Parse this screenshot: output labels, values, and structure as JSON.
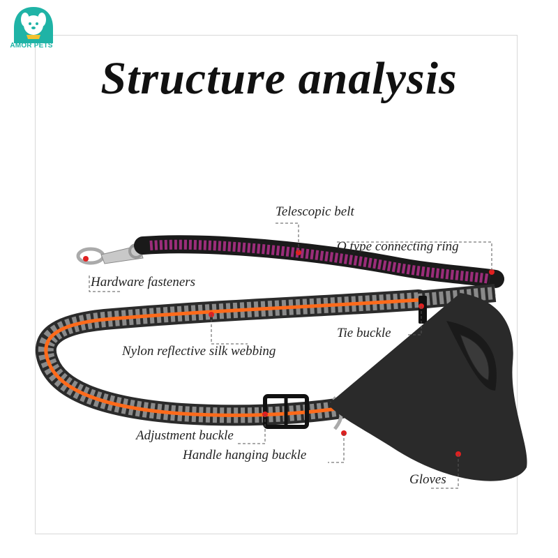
{
  "brand": {
    "name": "AMOR PETS",
    "accent": "#1fb3a6"
  },
  "title": "Structure analysis",
  "labels": {
    "telescopic_belt": "Telescopic belt",
    "o_ring": "O type connecting ring",
    "hardware_fasteners": "Hardware fasteners",
    "tie_buckle": "Tie buckle",
    "nylon_webbing": "Nylon reflective silk webbing",
    "adjustment_buckle": "Adjustment buckle",
    "handle_hanging_buckle": "Handle hanging buckle",
    "gloves": "Gloves"
  },
  "colors": {
    "marker": "#e02020",
    "webbing": "#2b2b2b",
    "stripe": "#ff6a1a",
    "bungee": "#9b2d7a",
    "glove": "#2a2a2a"
  }
}
